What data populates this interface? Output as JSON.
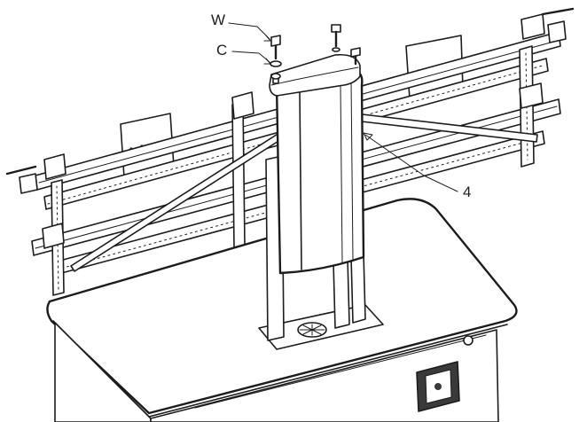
{
  "callouts": {
    "w": "W",
    "c": "C",
    "four": "4"
  },
  "colors": {
    "ink": "#1c1c1c",
    "paper": "#ffffff"
  }
}
